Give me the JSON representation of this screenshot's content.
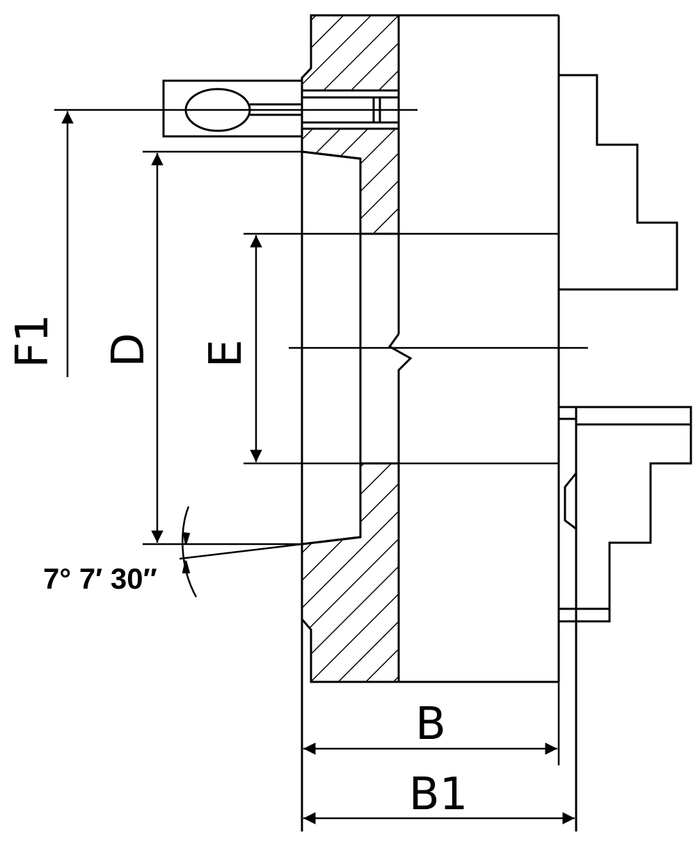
{
  "labels": {
    "f1": "F1",
    "d": "D",
    "e": "E",
    "b": "B",
    "b1": "B1",
    "angle": "7° 7′ 30″"
  },
  "colors": {
    "stroke": "#000000",
    "background": "#ffffff"
  }
}
